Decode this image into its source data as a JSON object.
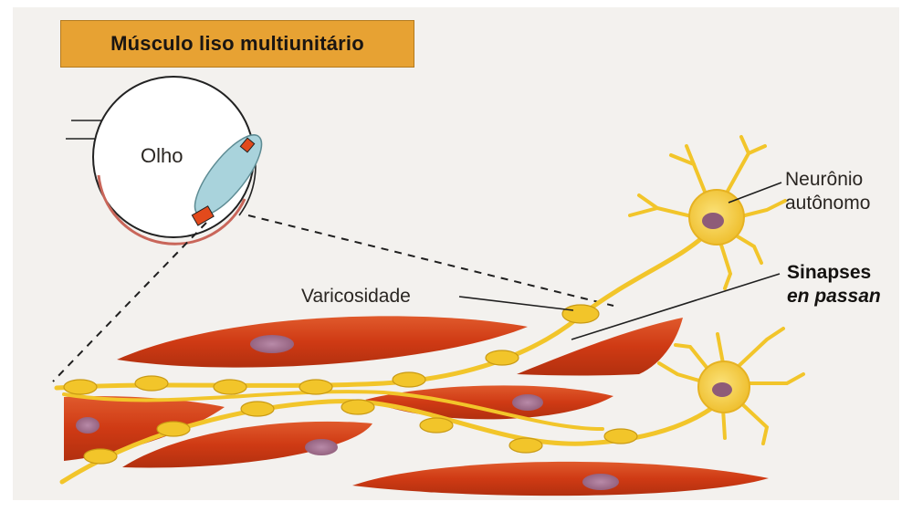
{
  "title": "Músculo liso multiunitário",
  "labels": {
    "eye": "Olho",
    "neuron_line1": "Neurônio",
    "neuron_line2": "autônomo",
    "varicosity": "Varicosidade",
    "synapses_line1": "Sinapses",
    "synapses_line2": "en passan"
  },
  "colors": {
    "title_background": "#e7a233",
    "muscle_cell": "#d8401a",
    "muscle_nucleus": "#9a6a86",
    "nerve_fiber": "#f2c52a",
    "neuron_body": "#f7d34a",
    "lens": "#a9d3dc"
  }
}
